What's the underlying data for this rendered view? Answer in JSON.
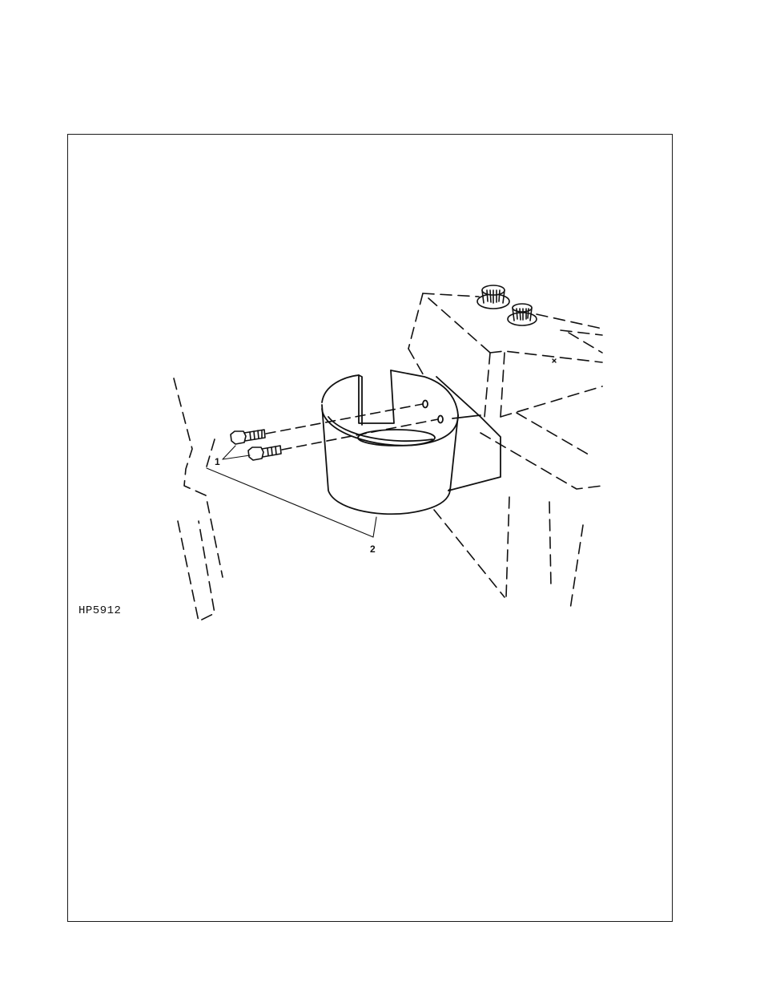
{
  "figure": {
    "id": "HP5912",
    "callouts": [
      {
        "number": "1"
      },
      {
        "number": "2"
      }
    ]
  }
}
